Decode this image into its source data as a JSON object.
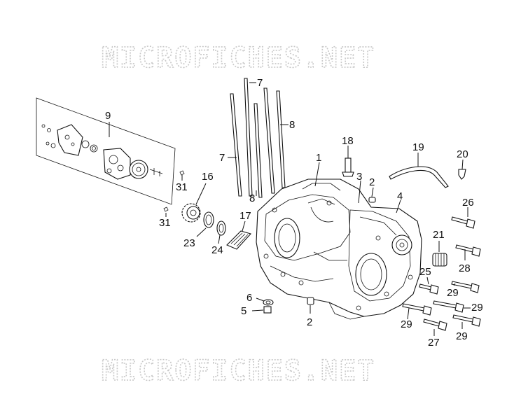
{
  "watermark": {
    "top": "MICROFICHES.NET",
    "bottom": "MICROFICHES.NET"
  },
  "callouts": {
    "c1": "1",
    "c2a": "2",
    "c2b": "2",
    "c3": "3",
    "c4": "4",
    "c5": "5",
    "c6": "6",
    "c7a": "7",
    "c7b": "7",
    "c8a": "8",
    "c8b": "8",
    "c9": "9",
    "c16": "16",
    "c17": "17",
    "c18": "18",
    "c19": "19",
    "c20": "20",
    "c21": "21",
    "c23": "23",
    "c24": "24",
    "c25": "25",
    "c26": "26",
    "c27": "27",
    "c28": "28",
    "c29a": "29",
    "c29b": "29",
    "c29c": "29",
    "c29d": "29",
    "c31a": "31",
    "c31b": "31"
  }
}
